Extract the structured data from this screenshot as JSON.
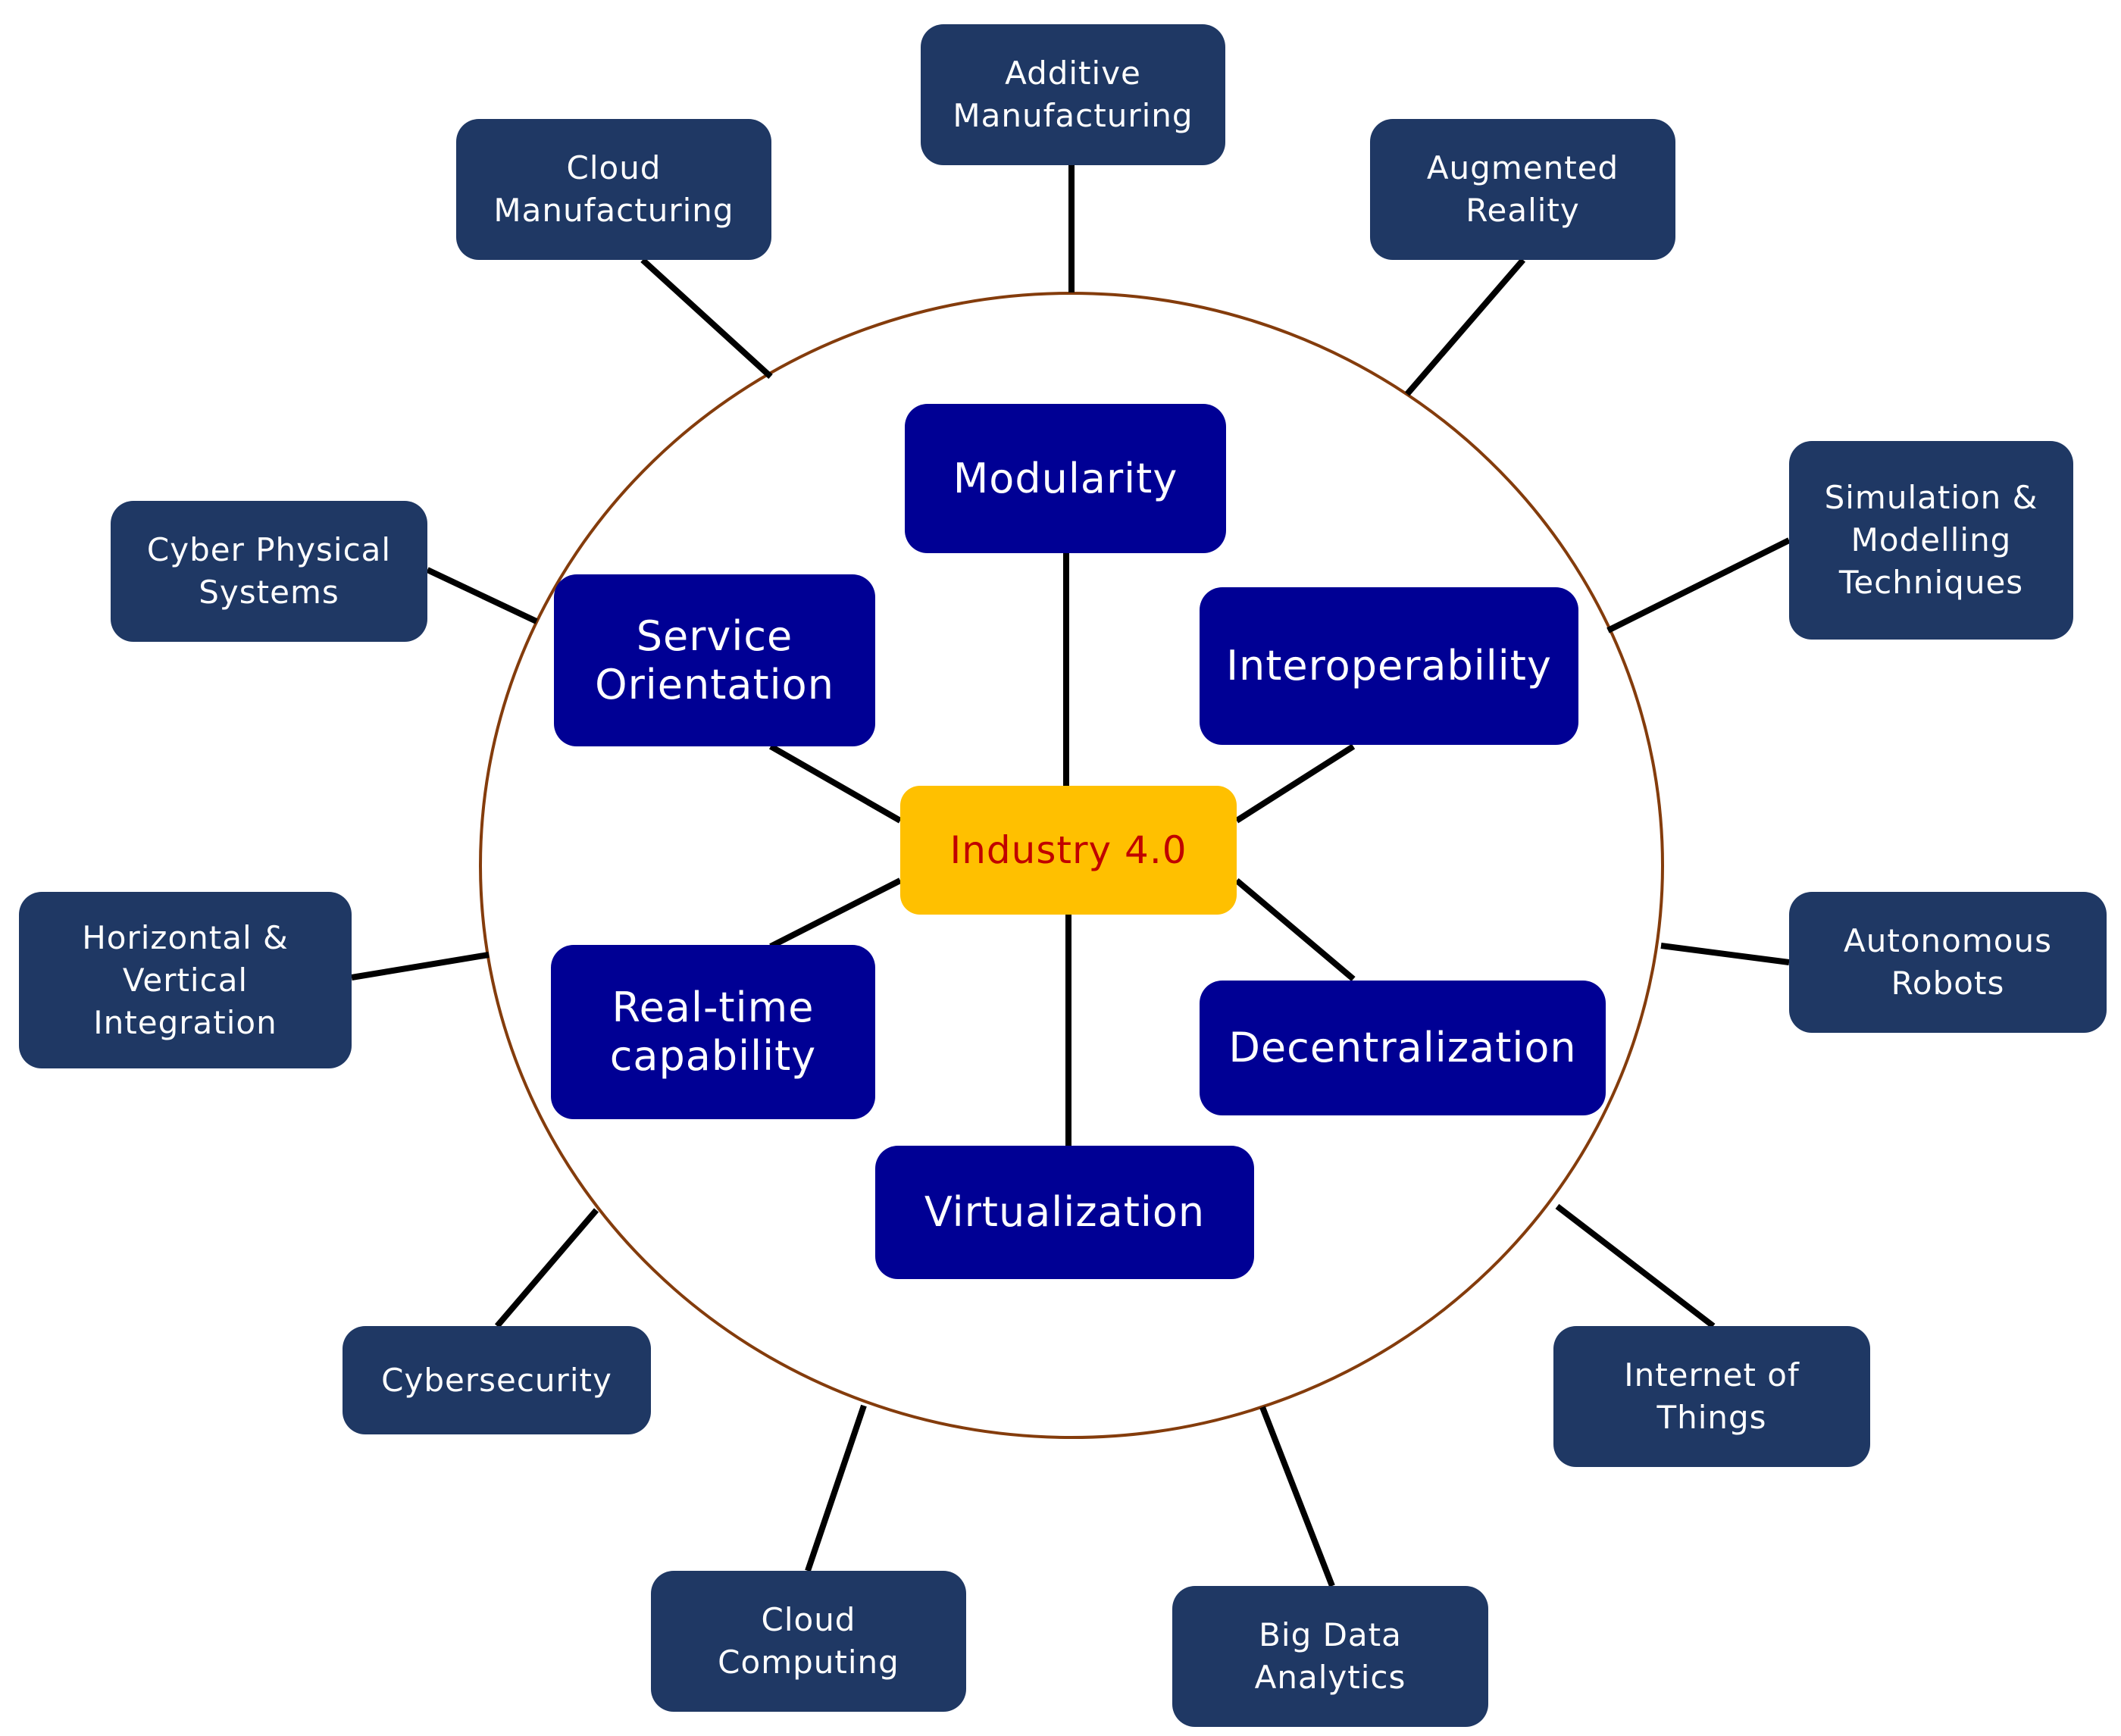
{
  "colors": {
    "outer_box": "#1f3864",
    "inner_box": "#000094",
    "center_box": "#ffc000",
    "center_text": "#c00000",
    "circle": "#843c0c",
    "connector": "#000000"
  },
  "center": {
    "label": "Industry 4.0"
  },
  "principles": [
    {
      "label": "Modularity"
    },
    {
      "label": "Service\nOrientation"
    },
    {
      "label": "Interoperability"
    },
    {
      "label": "Real-time\ncapability"
    },
    {
      "label": "Decentralization"
    },
    {
      "label": "Virtualization"
    }
  ],
  "technologies": [
    {
      "label": "Additive\nManufacturing"
    },
    {
      "label": "Cloud\nManufacturing"
    },
    {
      "label": "Augmented\nReality"
    },
    {
      "label": "Cyber Physical\nSystems"
    },
    {
      "label": "Simulation &\nModelling\nTechniques"
    },
    {
      "label": "Horizontal &\nVertical\nIntegration"
    },
    {
      "label": "Autonomous\nRobots"
    },
    {
      "label": "Cybersecurity"
    },
    {
      "label": "Internet of\nThings"
    },
    {
      "label": "Cloud\nComputing"
    },
    {
      "label": "Big Data\nAnalytics"
    }
  ]
}
